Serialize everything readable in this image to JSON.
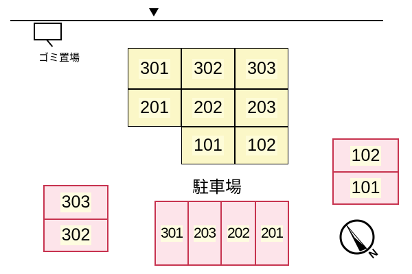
{
  "entrance_marker": "▼",
  "garbage": {
    "label": "ゴミ置場"
  },
  "main_building": {
    "rows": [
      [
        "301",
        "302",
        "303"
      ],
      [
        "201",
        "202",
        "203"
      ],
      [
        "101",
        "102"
      ]
    ]
  },
  "parking": {
    "label": "駐車場",
    "spaces": [
      "301",
      "203",
      "202",
      "201"
    ]
  },
  "left_stack": [
    "303",
    "302"
  ],
  "right_stack": [
    "102",
    "101"
  ],
  "compass": {
    "letter": "N",
    "icon": "north-arrow-icon"
  },
  "colors": {
    "building_fill": "#fbf7c7",
    "space_fill": "#fde4ea",
    "space_border": "#c7334f"
  }
}
